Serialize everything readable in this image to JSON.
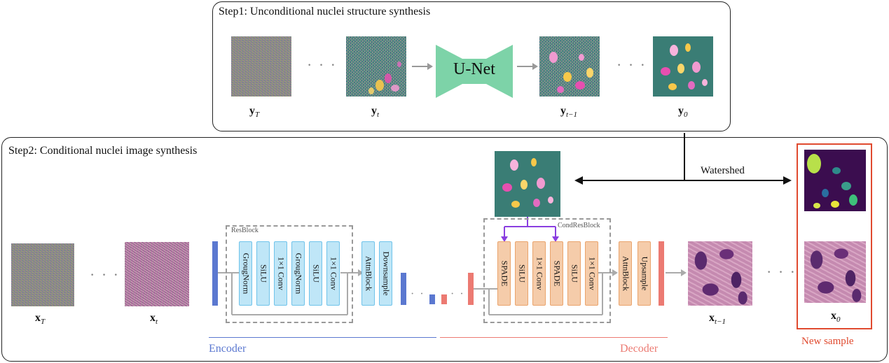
{
  "step1": {
    "title": "Step1: Unconditional nuclei structure synthesis",
    "unet_label": "U-Net",
    "labels": {
      "yT": "y",
      "yT_sub": "T",
      "yt": "y",
      "yt_sub": "t",
      "yt1": "y",
      "yt1_sub": "t−1",
      "y0": "y",
      "y0_sub": "0"
    }
  },
  "step2": {
    "title": "Step2: Conditional nuclei image synthesis",
    "watershed": "Watershed",
    "resblock": "ResBlock",
    "condresblock": "CondResBlock",
    "encoder_blocks": [
      "GrougNorm",
      "SiLU",
      "1×1 Conv",
      "GrougNorm",
      "SiLU",
      "1×1 Conv",
      "AttnBlock",
      "Downsample"
    ],
    "decoder_blocks": [
      "SPADE",
      "SiLU",
      "1×1 Conv",
      "SPADE",
      "SiLU",
      "1×1 Conv",
      "AttnBlock",
      "Upsample"
    ],
    "encoder_label": "Encoder",
    "decoder_label": "Decoder",
    "new_sample": "New sample",
    "labels": {
      "xT": "x",
      "xT_sub": "T",
      "xt": "x",
      "xt_sub": "t",
      "xt1": "x",
      "xt1_sub": "t−1",
      "x0": "x",
      "x0_sub": "0"
    }
  },
  "colors": {
    "encoder": "#5b78d0",
    "decoder": "#ec7a72",
    "unet": "#7dd3a8",
    "new_sample_border": "#e04a2f",
    "arrow_purple": "#8a3fe0"
  }
}
